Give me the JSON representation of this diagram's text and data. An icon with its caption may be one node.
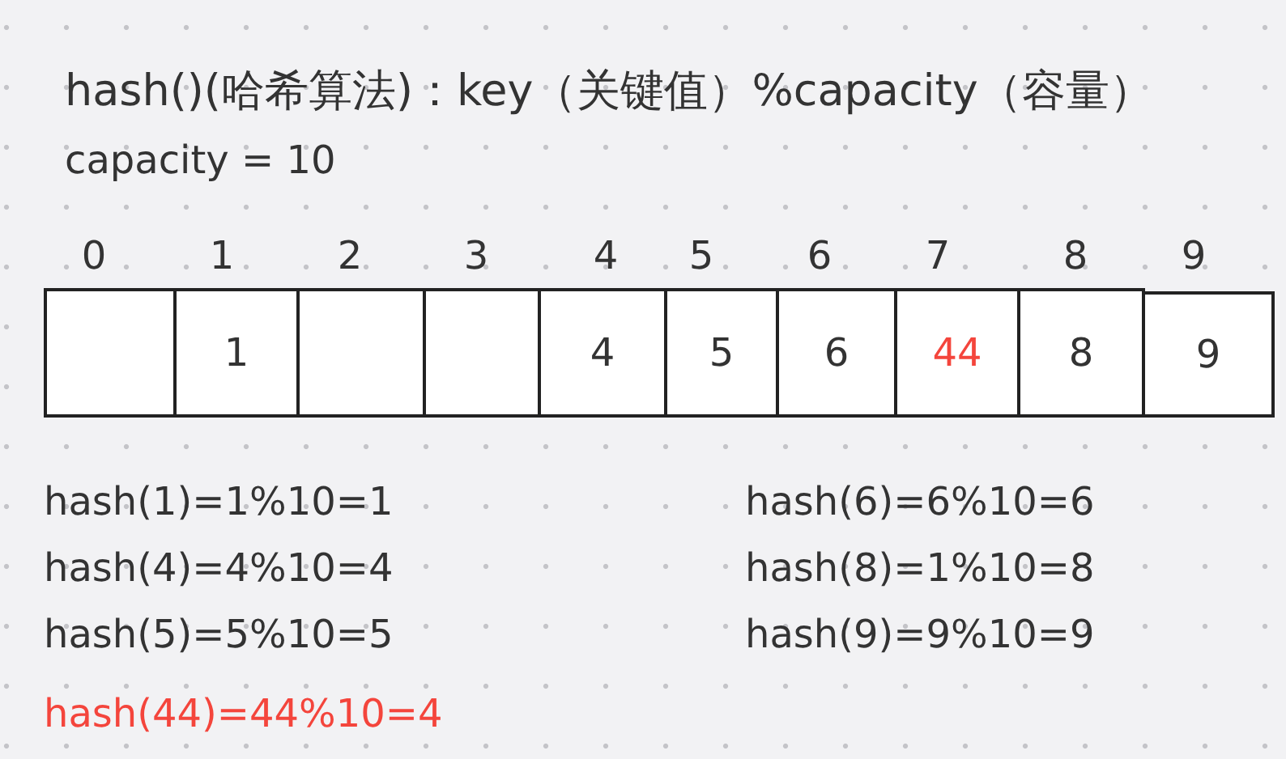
{
  "diagram": {
    "nodes": [
      {
        "text": [],
        "shape": "box",
        "beside": [
          "0"
        ]
      },
      {
        "text": [
          "1"
        ],
        "beside": [
          "1"
        ]
      },
      {
        "text": [],
        "shape": "box",
        "beside": [
          "2"
        ]
      },
      {
        "text": [],
        "shape": "box",
        "beside": [
          "3"
        ]
      },
      {
        "text": [
          "4"
        ],
        "beside": [
          "4"
        ]
      },
      {
        "text": [
          "5"
        ],
        "beside": [
          "5"
        ]
      },
      {
        "text": [
          "6"
        ],
        "beside": [
          "6"
        ]
      },
      {
        "text": [
          "44"
        ],
        "beside": [
          "7"
        ]
      },
      {
        "text": [
          "8"
        ],
        "beside": [
          "8"
        ]
      },
      {
        "text": [
          "9"
        ],
        "beside": [
          "9"
        ]
      }
    ],
    "labels": [
      "hash()(哈希算法)：key（关键值）%capacity（容量）",
      "capacity = 10",
      "hash(1)=1%10=1",
      "hash(6)=6%10=6",
      "hash(4)=4%10=4",
      "hash(8)=1%10=8",
      "hash(5)=5%10=5",
      "hash(9)=9%10=9",
      "hash(44)=44%10=4"
    ]
  }
}
